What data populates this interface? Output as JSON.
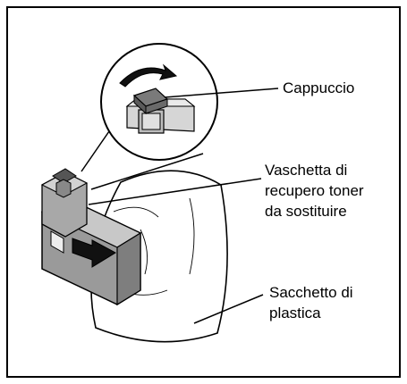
{
  "labels": {
    "cap": "Cappuccio",
    "waste_toner": [
      "Vaschetta di",
      "recupero toner",
      "da sostituire"
    ],
    "bag": [
      "Sacchetto di",
      "plastica"
    ]
  }
}
